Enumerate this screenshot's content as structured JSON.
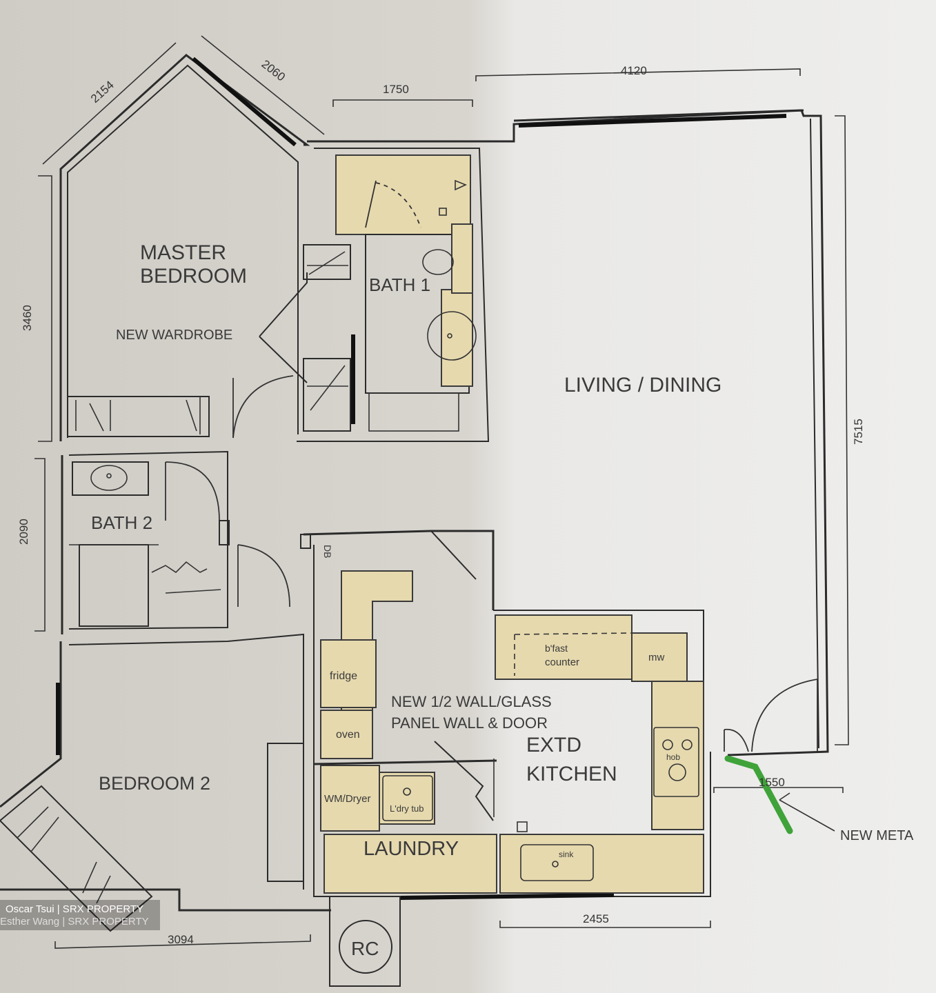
{
  "rooms": {
    "master_bedroom_line1": "MASTER",
    "master_bedroom_line2": "BEDROOM",
    "new_wardrobe": "NEW WARDROBE",
    "bath1": "BATH 1",
    "living_dining": "LIVING / DINING",
    "bath2": "BATH 2",
    "bedroom2": "BEDROOM 2",
    "laundry": "LAUNDRY",
    "extd_kitchen_line1": "EXTD",
    "extd_kitchen_line2": "KITCHEN",
    "rc": "RC"
  },
  "fixtures": {
    "fridge": "fridge",
    "oven": "oven",
    "wm_dryer": "WM/Dryer",
    "laundry_tub": "L'dry tub",
    "bfast_counter_line1": "b'fast",
    "bfast_counter_line2": "counter",
    "mw": "mw",
    "hob": "hob",
    "sink": "sink",
    "db": "DB"
  },
  "notes": {
    "new_wall_line1": "NEW 1/2 WALL/GLASS",
    "new_wall_line2": "PANEL WALL & DOOR",
    "new_metal": "NEW META"
  },
  "dimensions": {
    "d2154": "2154",
    "d2060": "2060",
    "d1750": "1750",
    "d4120": "4120",
    "d3460": "3460",
    "d7515": "7515",
    "d2090": "2090",
    "d1550": "1550",
    "d2455": "2455",
    "d3094": "3094"
  },
  "watermark": {
    "line1": "Oscar Tsui | SRX PROPERTY",
    "line2": "Esther Wang | SRX PROPERTY"
  },
  "colors": {
    "paper": "#d9d6d0",
    "cabinet": "#e6d9ae",
    "annotation_green": "#3fa33a"
  }
}
